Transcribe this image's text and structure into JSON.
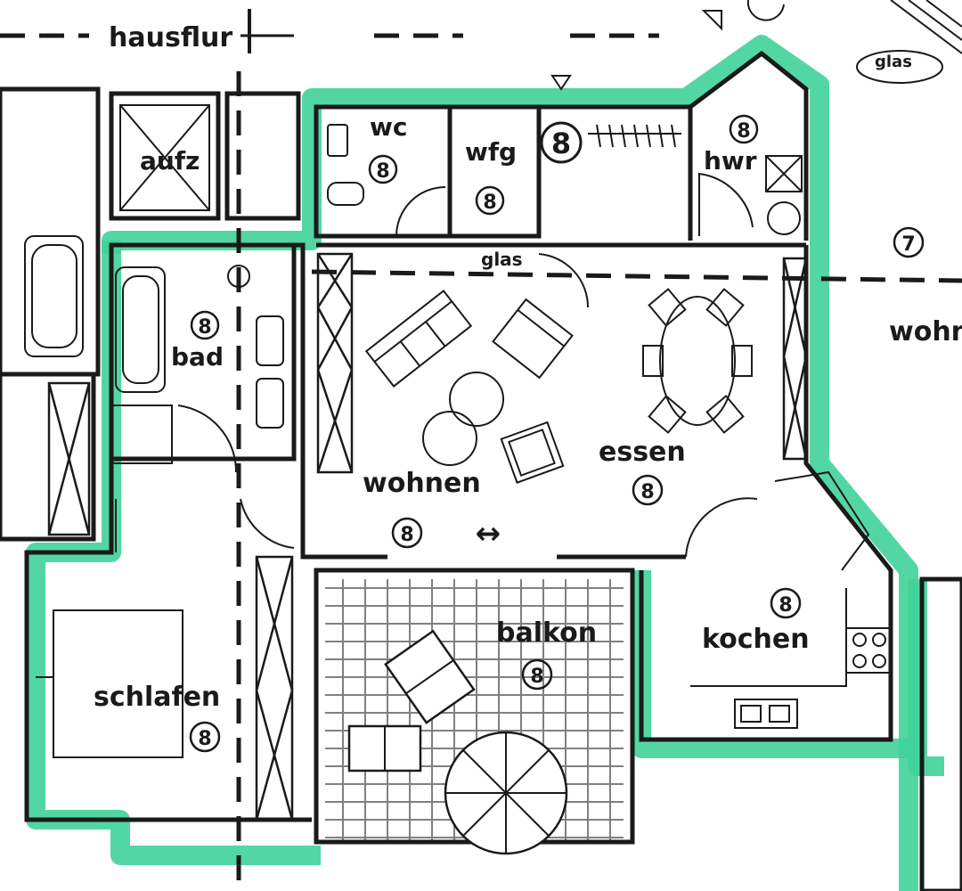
{
  "title": "hausflur",
  "rooms": {
    "wc": {
      "label": "wc",
      "marker": "8"
    },
    "wfg": {
      "label": "wfg",
      "marker": "8"
    },
    "hwr": {
      "label": "hwr",
      "marker": "8"
    },
    "aufz": {
      "label": "aufz"
    },
    "bad": {
      "label": "bad",
      "marker": "8"
    },
    "wohnen": {
      "label": "wohnen",
      "marker": "8",
      "arrow": "↔"
    },
    "essen": {
      "label": "essen",
      "marker": "8"
    },
    "kochen": {
      "label": "kochen",
      "marker": "8"
    },
    "balkon": {
      "label": "balkon",
      "marker": "8"
    },
    "schlafen": {
      "label": "schlafen",
      "marker": "8"
    },
    "neighbor": {
      "label": "wohn",
      "marker": "7"
    }
  },
  "annotations": {
    "glas_top": "glas",
    "glas_mid": "glas",
    "door_marker": "8"
  },
  "colors": {
    "accent": "#3fd39a",
    "line": "#1a1a1a"
  }
}
